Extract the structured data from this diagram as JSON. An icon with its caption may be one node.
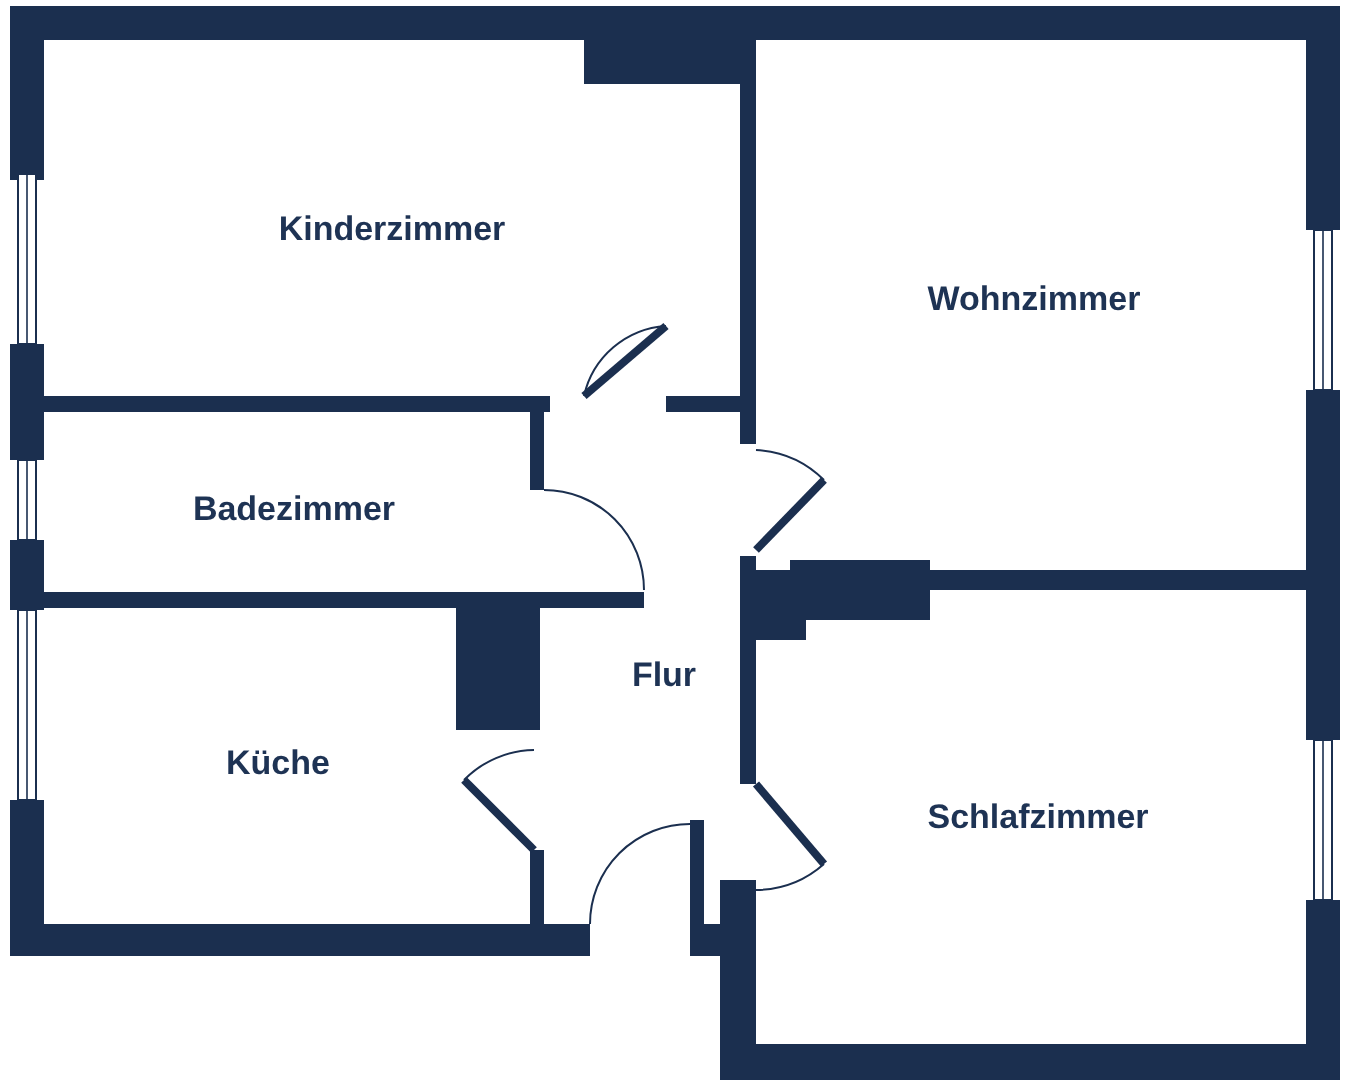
{
  "diagram": {
    "labels": [
      "Kinderzimmer",
      "Wohnzimmer",
      "Badezimmer",
      "Flur",
      "Küche",
      "Schlafzimmer"
    ]
  }
}
